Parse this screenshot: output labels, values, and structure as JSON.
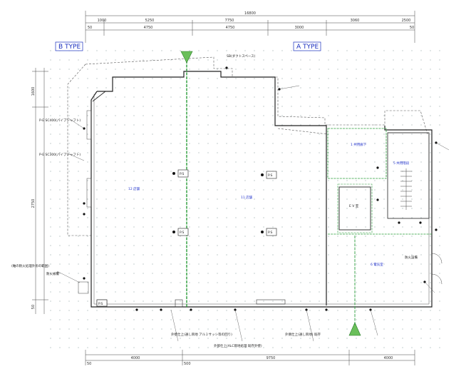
{
  "overall_dimension": "16800",
  "top_dims": [
    "1000",
    "5250",
    "7750",
    "3060",
    "2500"
  ],
  "second_dims": [
    "50",
    "4750",
    "4750",
    "3000",
    "50"
  ],
  "bottom_dims": [
    "4000",
    "9750",
    "4000"
  ],
  "bottom_small": [
    "50",
    "500"
  ],
  "left_dims": [
    "1600",
    "2750",
    "50"
  ],
  "type_labels": {
    "b_type": "B TYPE",
    "a_type": "A TYPE"
  },
  "ps_label": "P.S",
  "rooms": {
    "r12": "12 店舗",
    "r11": "11 店舗",
    "r5": "5 共用階段",
    "r6": "6 電気室",
    "ev": "E V 室",
    "r1": "1 共用廊下"
  },
  "notes": {
    "left_note_1": "P-E SC400(パイプシャフト)",
    "left_note_2": "P-E SC300(パイプシャフト)",
    "left_note_3": "(軸の耐火処理外形の範囲)",
    "left_note_4": "耐火被覆",
    "bottom_note_1": "外壁仕上(通し目地 アルミサッシ等の回り)",
    "bottom_note_2": "外部仕上(ALC目地処理 既存外壁)",
    "bottom_note_3": "外側仕上(通し目地) 既存",
    "top_note": "SB(ダクトスペース)",
    "right_note": "防火設備"
  }
}
